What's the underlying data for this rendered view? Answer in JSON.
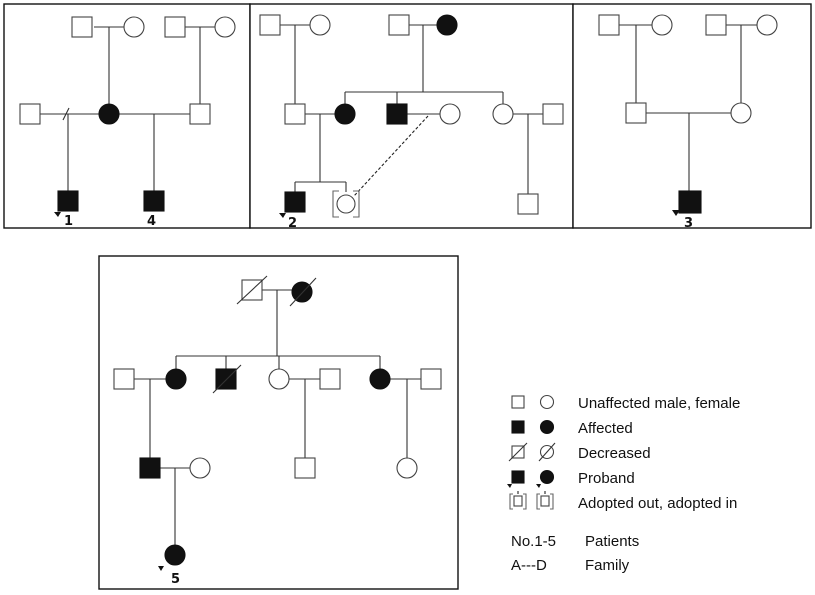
{
  "pedigree": {
    "patient_numbers": [
      "1",
      "4",
      "2",
      "3",
      "5"
    ]
  },
  "legend": {
    "unaffected": "Unaffected male, female",
    "affected": "Affected",
    "deceased": "Decreased",
    "proband": "Proband",
    "adopted": "Adopted out, adopted in",
    "patients_key": "No.1-5",
    "patients_label": "Patients",
    "family_key": "A---D",
    "family_label": "Family"
  }
}
